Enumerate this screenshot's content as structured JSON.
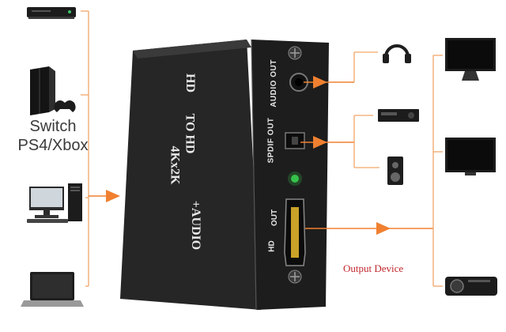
{
  "left_label": {
    "line1": "Switch",
    "line2": "PS4/Xbox"
  },
  "device": {
    "top_text_1": "HD",
    "top_text_2": "TO HD",
    "top_text_3": "4Kx2K",
    "top_text_4": "+AUDIO",
    "port_audio_label": "AUDIO OUT",
    "port_spdif_label": "SPDIF OUT",
    "port_hdmi_label_1": "HD",
    "port_hdmi_label_2": "OUT"
  },
  "output_label": "Output Device",
  "colors": {
    "arrow": "#f08030",
    "line": "#f2a66a",
    "device_body": "#2a2a2a",
    "device_face": "#1b1b1b",
    "label_red": "#c0282d"
  },
  "icons": {
    "sources": [
      "dvd-player-icon",
      "ps4-console-icon",
      "desktop-pc-icon",
      "laptop-icon"
    ],
    "audio_outputs": [
      "headphones-icon",
      "av-receiver-icon",
      "speaker-icon"
    ],
    "displays": [
      "monitor-icon",
      "tv-icon",
      "projector-icon"
    ]
  }
}
